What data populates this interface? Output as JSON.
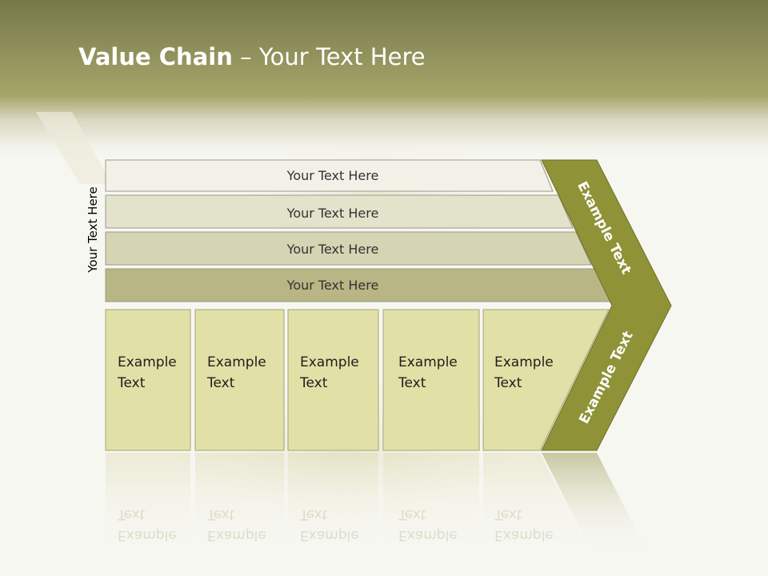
{
  "title": {
    "bold": "Value Chain",
    "rest": " – Your Text Here"
  },
  "side_label": "Your Text Here",
  "bands": [
    "Your Text Here",
    "Your Text Here",
    "Your Text Here",
    "Your Text Here"
  ],
  "boxes": [
    {
      "line1": "Example",
      "line2": "Text"
    },
    {
      "line1": "Example",
      "line2": "Text"
    },
    {
      "line1": "Example",
      "line2": "Text"
    },
    {
      "line1": "Example",
      "line2": "Text"
    },
    {
      "line1": "Example",
      "line2": "Text"
    }
  ],
  "chevron_top_label": "Example Text",
  "chevron_bottom_label": "Example Text",
  "colors": {
    "band_1": "#f1f1e8",
    "band_2": "#e3e2cb",
    "band_3": "#d5d4b3",
    "band_4": "#b8b684",
    "box_fill": "#e1e0a6",
    "chevron_fill": "#8f9236",
    "header_dark": "#77784a"
  }
}
